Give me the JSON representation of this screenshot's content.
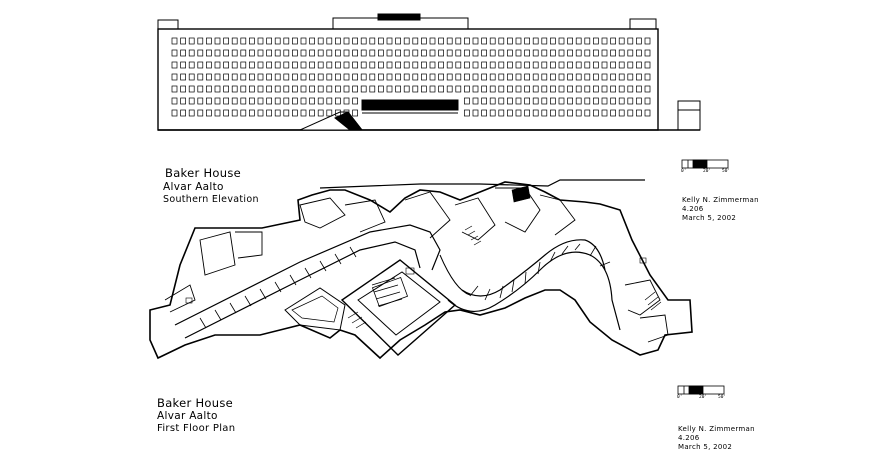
{
  "elevation_label": {
    "name": "Baker House",
    "architect": "Alvar Aalto",
    "view": "Southern Elevation"
  },
  "plan_label": {
    "name": "Baker House",
    "architect": "Alvar Aalto",
    "view": "First Floor Plan"
  },
  "credit_top": {
    "author": "Kelly N. Zimmerman",
    "course": "4.206",
    "date": "March 5, 2002"
  },
  "credit_bottom": {
    "author": "Kelly N. Zimmerman",
    "course": "4.206",
    "date": "March 5, 2002"
  },
  "scale_bar_top": {
    "ticks": [
      "0'",
      "20'",
      "50'"
    ]
  },
  "scale_bar_bottom": {
    "ticks": [
      "0'",
      "20'",
      "50'"
    ]
  },
  "colors": {
    "ink": "#000000",
    "paper": "#ffffff"
  }
}
